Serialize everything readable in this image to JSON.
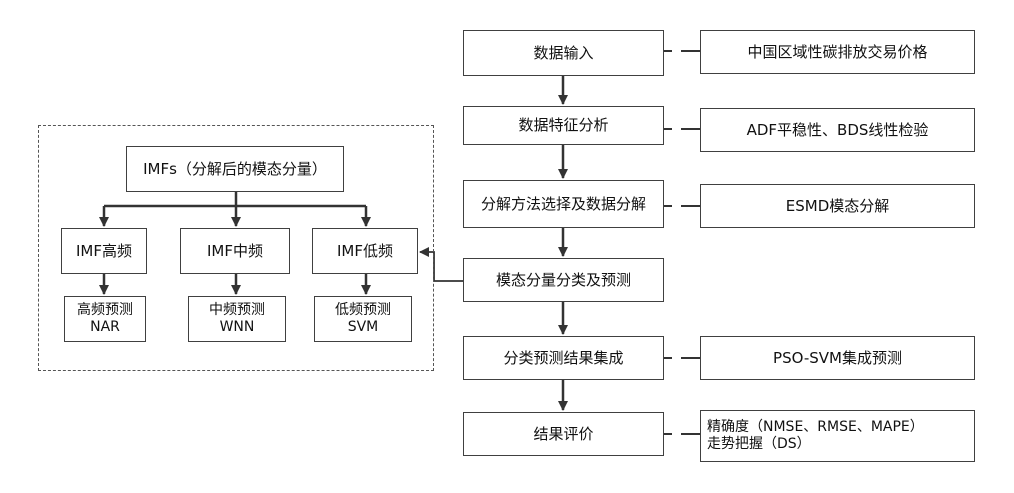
{
  "flow": {
    "steps": [
      {
        "label": "数据输入"
      },
      {
        "label": "数据特征分析"
      },
      {
        "label": "分解方法选择及数据分解"
      },
      {
        "label": "模态分量分类及预测"
      },
      {
        "label": "分类预测结果集成"
      },
      {
        "label": "结果评价"
      }
    ],
    "details": [
      {
        "label": "中国区域性碳排放交易价格"
      },
      {
        "label": "ADF平稳性、BDS线性检验"
      },
      {
        "label": "ESMD模态分解"
      },
      {
        "label": "PSO-SVM集成预测"
      },
      {
        "line1": "精确度（NMSE、RMSE、MAPE）",
        "line2": "走势把握（DS）"
      }
    ]
  },
  "imf_panel": {
    "root": "IMFs（分解后的模态分量）",
    "bands": [
      {
        "label": "IMF高频",
        "method_line1": "高频预测",
        "method_line2": "NAR"
      },
      {
        "label": "IMF中频",
        "method_line1": "中频预测",
        "method_line2": "WNN"
      },
      {
        "label": "IMF低频",
        "method_line1": "低频预测",
        "method_line2": "SVM"
      }
    ]
  },
  "colors": {
    "line": "#404040",
    "border": "#404040",
    "frame": "#555555"
  }
}
